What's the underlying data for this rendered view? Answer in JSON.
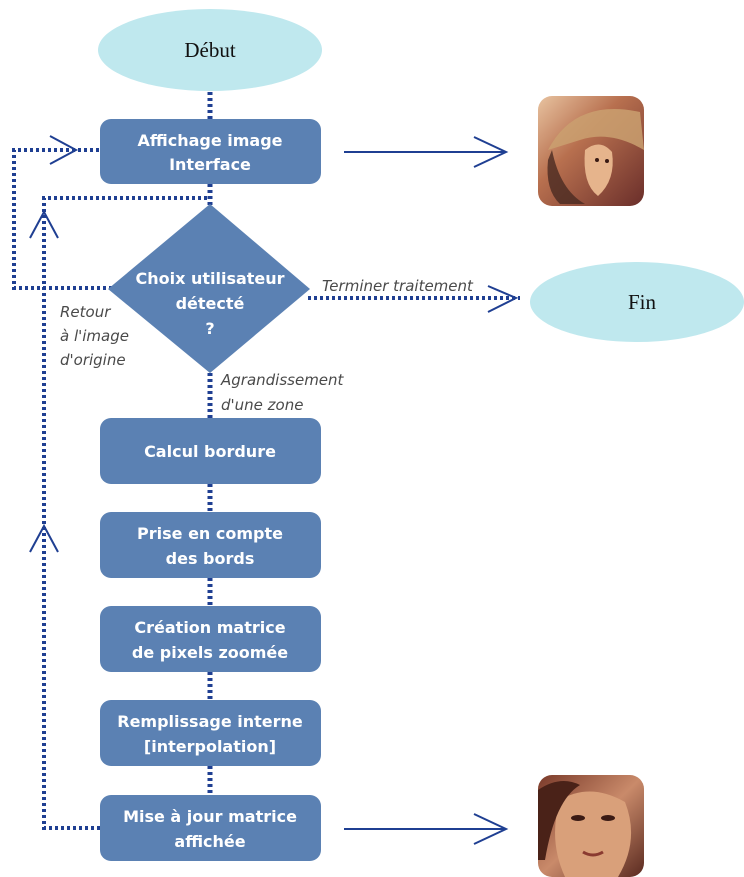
{
  "start": {
    "label": "Début"
  },
  "end": {
    "label": "Fin"
  },
  "steps": [
    {
      "lines": [
        "Affichage image",
        "Interface"
      ]
    },
    {
      "lines": [
        "Calcul bordure"
      ]
    },
    {
      "lines": [
        "Prise en compte",
        "des bords"
      ]
    },
    {
      "lines": [
        "Création matrice",
        "de pixels zoomée"
      ]
    },
    {
      "lines": [
        "Remplissage interne",
        "[interpolation]"
      ]
    },
    {
      "lines": [
        "Mise à jour matrice",
        "affichée"
      ]
    }
  ],
  "decision": {
    "lines": [
      "Choix utilisateur",
      "détecté",
      "?"
    ]
  },
  "edge_labels": {
    "terminate": [
      "Terminer traitement"
    ],
    "zoom": [
      "Agrandissement",
      "d'une zone"
    ],
    "reset": [
      "Retour",
      "à l'image",
      "d'origine"
    ]
  },
  "images": [
    {
      "name": "lena-full-image",
      "description": "portrait photo"
    },
    {
      "name": "lena-zoomed-image",
      "description": "zoomed portrait photo"
    }
  ],
  "colors": {
    "box": "#5b81b3",
    "ellipse": "#bfe8ee",
    "arrow": "#1f3f92",
    "label": "#4a4a4a"
  }
}
